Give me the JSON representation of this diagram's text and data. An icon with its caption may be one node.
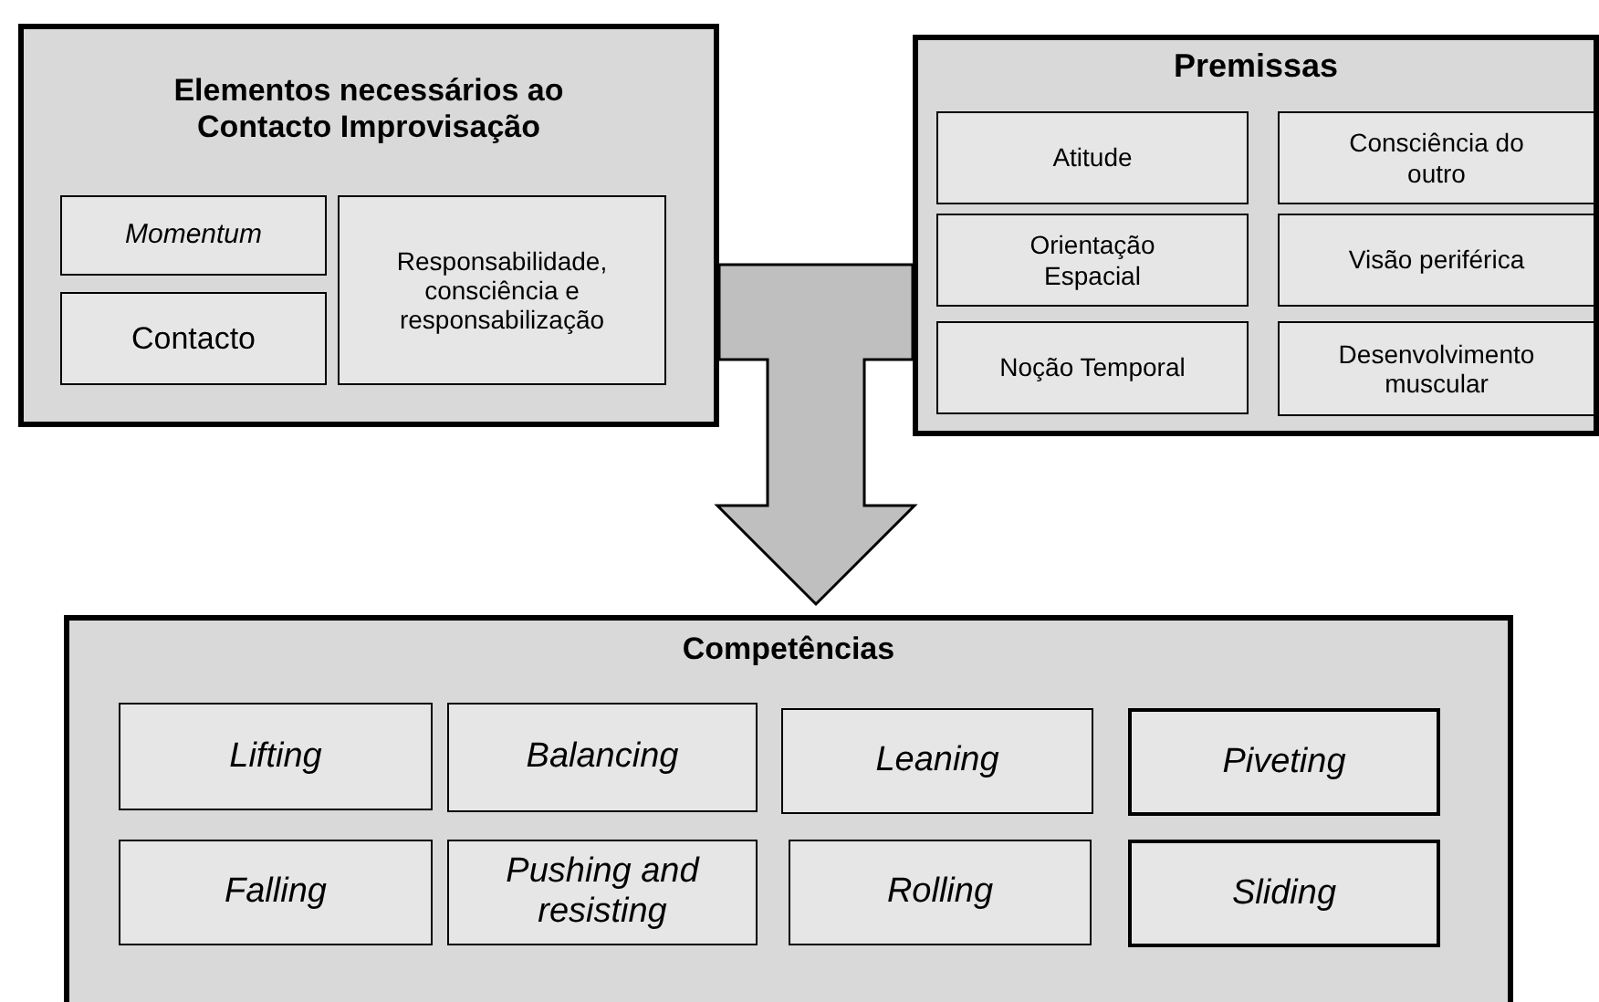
{
  "diagram": {
    "nodes": [
      {
        "text": [
          "Elementos necessários ao Contacto Improvisação"
        ]
      },
      {
        "text": [
          "Momentum"
        ],
        "in": 0
      },
      {
        "text": [
          "Contacto"
        ],
        "in": 0
      },
      {
        "text": [
          "Responsabilidade, consciência e responsabilização"
        ],
        "in": 0
      },
      {
        "text": [
          "Premissas"
        ]
      },
      {
        "text": [
          "Atitude"
        ],
        "in": 4
      },
      {
        "text": [
          "Consciência do outro"
        ],
        "in": 4
      },
      {
        "text": [
          "Orientação Espacial"
        ],
        "in": 4
      },
      {
        "text": [
          "Visão periférica"
        ],
        "in": 4
      },
      {
        "text": [
          "Noção Temporal"
        ],
        "in": 4
      },
      {
        "text": [
          "Desenvolvimento muscular"
        ],
        "in": 4
      },
      {
        "text": [
          "Competências"
        ]
      },
      {
        "text": [
          "Lifting"
        ],
        "in": 11
      },
      {
        "text": [
          "Balancing"
        ],
        "in": 11
      },
      {
        "text": [
          "Leaning"
        ],
        "in": 11
      },
      {
        "text": [
          "Piveting"
        ],
        "in": 11
      },
      {
        "text": [
          "Falling"
        ],
        "in": 11
      },
      {
        "text": [
          "Pushing and resisting"
        ],
        "in": 11
      },
      {
        "text": [
          "Rolling"
        ],
        "in": 11
      },
      {
        "text": [
          "Sliding"
        ],
        "in": 11
      }
    ],
    "edges": [
      {
        "from": 0,
        "to": 11,
        "arrow": "to",
        "style": "thick"
      },
      {
        "from": 4,
        "to": 11,
        "arrow": "to",
        "style": "thick"
      }
    ]
  }
}
